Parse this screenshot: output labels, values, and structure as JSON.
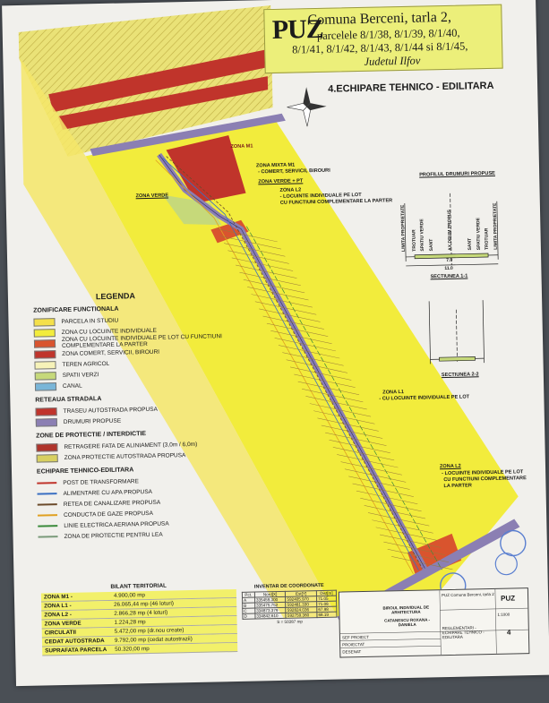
{
  "title": {
    "mark": "PUZ",
    "line1": "Comuna Berceni, tarla 2,",
    "line2": "parcelele 8/1/38, 8/1/39, 8/1/40,",
    "line3": "8/1/41, 8/1/42, 8/1/43, 8/1/44 si 8/1/45,",
    "line4": "Judetul Ilfov"
  },
  "section_title": "4.ECHIPARE TEHNICO - EDILITARA",
  "map_labels": {
    "zona_m1": "ZONA M1",
    "zona_mixta": "ZONA MIXTA M1",
    "zona_mixta_desc": "- COMERT, SERVICII, BIROURI",
    "zona_verde_pt": "ZONA VERDE + PT",
    "zona_verde": "ZONA VERDE",
    "zona_l2_top": "ZONA L2",
    "zona_l2_top_desc1": "- LOCUINTE INDIVIDUALE PE LOT",
    "zona_l2_top_desc2": "CU FUNCTIUNI COMPLEMENTARE LA PARTER",
    "zona_l1": "ZONA L1",
    "zona_l1_desc": "- CU LOCUINTE INDIVIDUALE PE LOT",
    "zona_l2_bot": "ZONA L2",
    "zona_l2_bot_desc1": "- LOCUINTE INDIVIDUALE PE LOT",
    "zona_l2_bot_desc2": "CU FUNCTIUNI COMPLEMENTARE",
    "zona_l2_bot_desc3": "LA PARTER"
  },
  "profile": {
    "title": "PROFILUL DRUMURI PROPUSE",
    "section1": "SECTIUNEA 1-1",
    "section2": "SECTIUNEA 2-2",
    "limita_proprietate": "LIMITA PROPRIETATE",
    "trotuar": "TROTUAR",
    "spatiu_verde": "SPATIU VERDE",
    "sant": "SANT",
    "ax_drum": "AX DRUM PROPUS",
    "dim_total": "11.0",
    "dim_road": "7.0"
  },
  "legend": {
    "title": "LEGENDA",
    "group1": "ZONIFICARE FUNCTIONALA",
    "items1": [
      {
        "label": "PARCELA IN STUDIU",
        "color": "#f4e04a"
      },
      {
        "label": "ZONA CU LOCUINTE INDIVIDUALE",
        "color": "#f2ec3c"
      },
      {
        "label": "ZONA CU LOCUINTE INDIVIDUALE PE LOT CU FUNCTIUNI COMPLEMENTARE LA PARTER",
        "color": "#d9542e"
      },
      {
        "label": "ZONA COMERT, SERVICII, BIROURI",
        "color": "#c0342b"
      },
      {
        "label": "TEREN AGRICOL",
        "color": "#f6f2b8"
      },
      {
        "label": "SPATII VERZI",
        "color": "#c6d97a"
      },
      {
        "label": "CANAL",
        "color": "#7ab6d8"
      }
    ],
    "group2": "RETEAUA STRADALA",
    "items2": [
      {
        "label": "TRASEU AUTOSTRADA PROPUSA",
        "color": "#c0342b"
      },
      {
        "label": "DRUMURI PROPUSE",
        "color": "#8b7fb3"
      }
    ],
    "group3": "ZONE DE PROTECTIE / INTERDICTIE",
    "items3": [
      {
        "label": "RETRAGERE FATA DE ALINIAMENT (3,0m / 6,0m)",
        "color": "#b0342b"
      },
      {
        "label": "ZONA PROTECTIE AUTOSTRADA PROPUSA",
        "color": "#d8d060"
      }
    ],
    "group4": "ECHIPARE TEHNICO-EDILITARA",
    "items4": [
      {
        "label": "POST DE TRANSFORMARE",
        "color": "#c0342b"
      },
      {
        "label": "ALIMENTARE CU APA PROPUSA",
        "color": "#3a6fc2"
      },
      {
        "label": "RETEA DE CANALIZARE PROPUSA",
        "color": "#6b4a2a"
      },
      {
        "label": "CONDUCTA DE GAZE PROPUSA",
        "color": "#e0a020"
      },
      {
        "label": "LINIE ELECTRICA AERIANA PROPUSA",
        "color": "#3a8a3a"
      },
      {
        "label": "ZONA DE PROTECTIE PENTRU LEA",
        "color": "#7a9a7a"
      }
    ]
  },
  "bilant": {
    "title": "BILANT TERITORIAL",
    "rows": [
      {
        "k": "ZONA M1 -",
        "v": "4.900,00 mp"
      },
      {
        "k": "ZONA L1 -",
        "v": "26.065,44 mp (46 loturi)"
      },
      {
        "k": "ZONA L2 -",
        "v": "2.866,28 mp (4 loturi)"
      },
      {
        "k": "ZONA VERDE",
        "v": "1.224,28 mp"
      },
      {
        "k": "CIRCULATII",
        "v": "5.472,00 mp (dr.nou create)"
      },
      {
        "k": "CEDAT AUTOSTRADA",
        "v": "9.792,00 mp (cedat autostrazii)"
      },
      {
        "k": "SUPRAFATA PARCELA",
        "v": "50.320,00 mp"
      }
    ]
  },
  "inventar": {
    "title": "INVENTAR DE COORDONATE",
    "headers": [
      "Pct.",
      "Nord[X]",
      "Est[Y]",
      "Dist[m]"
    ],
    "rows": [
      [
        "A",
        "335459.300",
        "592405.970",
        "71.05"
      ],
      [
        "B",
        "335475.752",
        "592481.330",
        "71.08"
      ],
      [
        "C",
        "334873.379",
        "592824.036",
        "67.98"
      ],
      [
        "D",
        "334842.610",
        "592759.360",
        "68.19"
      ]
    ],
    "total": "S = 50387 mp"
  },
  "cartouche": {
    "office": "BIROUL INDIVIDUAL DE ARHITECTURA",
    "architect": "CATANESCU ROXANA - DANIELA",
    "project": "PUZ Comuna Berceni, tarla 2",
    "drawing": "REGLEMENTARI - ECHIPARE TEHNICO - EDILITARA",
    "sheet": "PUZ",
    "plan_no": "4",
    "scale": "1:1000",
    "rows_left": [
      "SEF PROIECT",
      "PROIECTAT",
      "DESENAT"
    ]
  },
  "colors": {
    "parcel": "#f2ec3c",
    "commerce": "#c0342b",
    "road": "#8b7fb3",
    "highway": "#c0342b",
    "green": "#c6d97a"
  }
}
